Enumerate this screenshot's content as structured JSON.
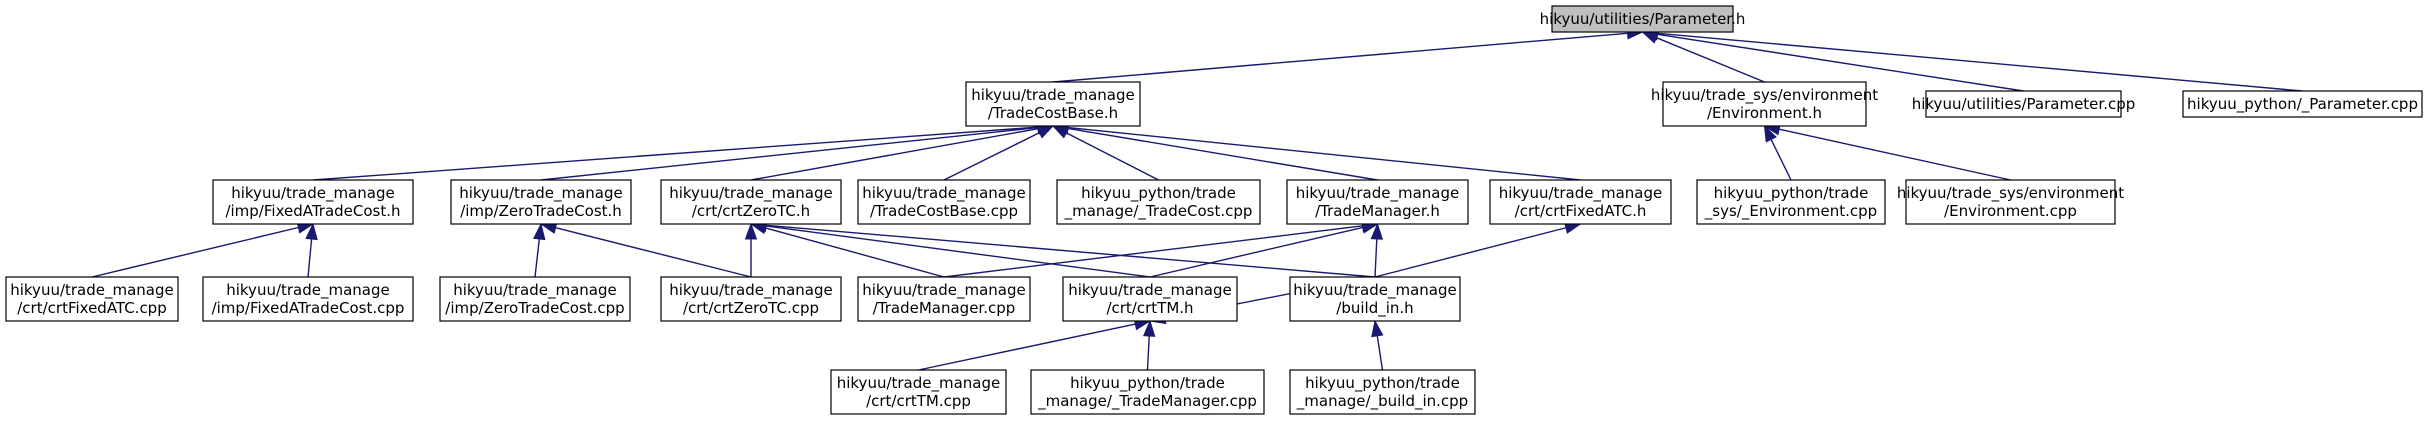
{
  "diagram": {
    "nodes": [
      {
        "id": "parameter_h",
        "lines": [
          "hikyuu/utilities/Parameter.h"
        ],
        "highlighted": true
      },
      {
        "id": "tradecostbase_h",
        "lines": [
          "hikyuu/trade_manage",
          "/TradeCostBase.h"
        ]
      },
      {
        "id": "environment_h",
        "lines": [
          "hikyuu/trade_sys/environment",
          "/Environment.h"
        ]
      },
      {
        "id": "parameter_cpp",
        "lines": [
          "hikyuu/utilities/Parameter.cpp"
        ]
      },
      {
        "id": "py_parameter_cpp",
        "lines": [
          "hikyuu_python/_Parameter.cpp"
        ]
      },
      {
        "id": "fixedatradecost_h",
        "lines": [
          "hikyuu/trade_manage",
          "/imp/FixedATradeCost.h"
        ]
      },
      {
        "id": "zerotradecost_h",
        "lines": [
          "hikyuu/trade_manage",
          "/imp/ZeroTradeCost.h"
        ]
      },
      {
        "id": "crtzerotc_h",
        "lines": [
          "hikyuu/trade_manage",
          "/crt/crtZeroTC.h"
        ]
      },
      {
        "id": "tradecostbase_cpp",
        "lines": [
          "hikyuu/trade_manage",
          "/TradeCostBase.cpp"
        ]
      },
      {
        "id": "py_tradecost_cpp",
        "lines": [
          "hikyuu_python/trade",
          "_manage/_TradeCost.cpp"
        ]
      },
      {
        "id": "trademanager_h",
        "lines": [
          "hikyuu/trade_manage",
          "/TradeManager.h"
        ]
      },
      {
        "id": "crtfixedatc_h",
        "lines": [
          "hikyuu/trade_manage",
          "/crt/crtFixedATC.h"
        ]
      },
      {
        "id": "py_environment_cpp",
        "lines": [
          "hikyuu_python/trade",
          "_sys/_Environment.cpp"
        ]
      },
      {
        "id": "environment_cpp",
        "lines": [
          "hikyuu/trade_sys/environment",
          "/Environment.cpp"
        ]
      },
      {
        "id": "crtfixedatc_cpp",
        "lines": [
          "hikyuu/trade_manage",
          "/crt/crtFixedATC.cpp"
        ]
      },
      {
        "id": "fixedatradecost_cpp",
        "lines": [
          "hikyuu/trade_manage",
          "/imp/FixedATradeCost.cpp"
        ]
      },
      {
        "id": "zerotradecost_cpp",
        "lines": [
          "hikyuu/trade_manage",
          "/imp/ZeroTradeCost.cpp"
        ]
      },
      {
        "id": "crtzerotc_cpp",
        "lines": [
          "hikyuu/trade_manage",
          "/crt/crtZeroTC.cpp"
        ]
      },
      {
        "id": "trademanager_cpp",
        "lines": [
          "hikyuu/trade_manage",
          "/TradeManager.cpp"
        ]
      },
      {
        "id": "crttm_h",
        "lines": [
          "hikyuu/trade_manage",
          "/crt/crtTM.h"
        ]
      },
      {
        "id": "build_in_h",
        "lines": [
          "hikyuu/trade_manage",
          "/build_in.h"
        ]
      },
      {
        "id": "crttm_cpp",
        "lines": [
          "hikyuu/trade_manage",
          "/crt/crtTM.cpp"
        ]
      },
      {
        "id": "py_trademanager_cpp",
        "lines": [
          "hikyuu_python/trade",
          "_manage/_TradeManager.cpp"
        ]
      },
      {
        "id": "py_build_in_cpp",
        "lines": [
          "hikyuu_python/trade",
          "_manage/_build_in.cpp"
        ]
      }
    ],
    "edges": [
      {
        "from": "tradecostbase_h",
        "to": "parameter_h"
      },
      {
        "from": "environment_h",
        "to": "parameter_h"
      },
      {
        "from": "parameter_cpp",
        "to": "parameter_h"
      },
      {
        "from": "py_parameter_cpp",
        "to": "parameter_h"
      },
      {
        "from": "fixedatradecost_h",
        "to": "tradecostbase_h"
      },
      {
        "from": "zerotradecost_h",
        "to": "tradecostbase_h"
      },
      {
        "from": "crtzerotc_h",
        "to": "tradecostbase_h"
      },
      {
        "from": "tradecostbase_cpp",
        "to": "tradecostbase_h"
      },
      {
        "from": "py_tradecost_cpp",
        "to": "tradecostbase_h"
      },
      {
        "from": "trademanager_h",
        "to": "tradecostbase_h"
      },
      {
        "from": "crtfixedatc_h",
        "to": "tradecostbase_h"
      },
      {
        "from": "py_environment_cpp",
        "to": "environment_h"
      },
      {
        "from": "environment_cpp",
        "to": "environment_h"
      },
      {
        "from": "crtfixedatc_cpp",
        "to": "fixedatradecost_h"
      },
      {
        "from": "fixedatradecost_cpp",
        "to": "fixedatradecost_h"
      },
      {
        "from": "zerotradecost_cpp",
        "to": "zerotradecost_h"
      },
      {
        "from": "crtzerotc_cpp",
        "to": "zerotradecost_h"
      },
      {
        "from": "crtzerotc_cpp",
        "to": "crtzerotc_h"
      },
      {
        "from": "trademanager_cpp",
        "to": "crtzerotc_h"
      },
      {
        "from": "crttm_h",
        "to": "crtzerotc_h"
      },
      {
        "from": "build_in_h",
        "to": "crtzerotc_h"
      },
      {
        "from": "trademanager_cpp",
        "to": "trademanager_h"
      },
      {
        "from": "crttm_h",
        "to": "trademanager_h"
      },
      {
        "from": "build_in_h",
        "to": "trademanager_h"
      },
      {
        "from": "build_in_h",
        "to": "crtfixedatc_h"
      },
      {
        "from": "build_in_h",
        "to": "crttm_h"
      },
      {
        "from": "crttm_cpp",
        "to": "crttm_h"
      },
      {
        "from": "py_trademanager_cpp",
        "to": "crttm_h"
      },
      {
        "from": "py_build_in_cpp",
        "to": "build_in_h"
      }
    ]
  }
}
